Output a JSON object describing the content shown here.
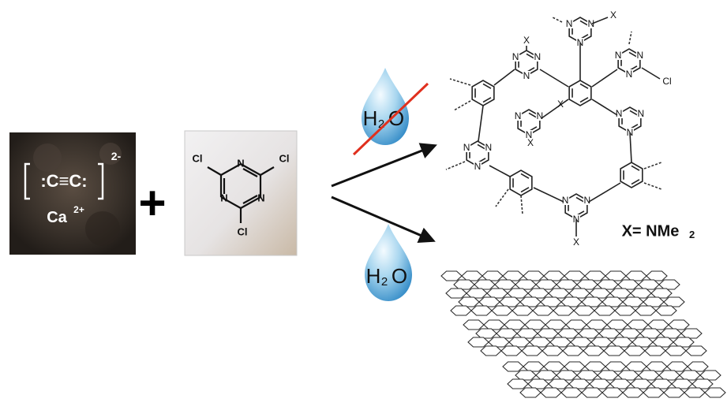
{
  "figure": {
    "carbide": {
      "anion_formula": ":C≡C:",
      "anion_charge": "2-",
      "cation_symbol": "Ca",
      "cation_charge": "2+"
    },
    "plus_sign": "+",
    "triazine": {
      "ring_atoms": [
        "N",
        "N",
        "N"
      ],
      "substituents": [
        "Cl",
        "Cl",
        "Cl"
      ]
    },
    "top_condition": {
      "label_main": "H",
      "label_sub": "2",
      "label_end": "O",
      "note": "crossed out"
    },
    "bottom_condition": {
      "label_main": "H",
      "label_sub": "2",
      "label_end": "O"
    },
    "framework": {
      "x_label": "X",
      "cl_label": "Cl",
      "n_label": "N",
      "definition_main": "X= NMe",
      "definition_sub": "2"
    },
    "colors": {
      "drop_light": "#d8eef8",
      "drop_dark": "#2b86c4",
      "strike": "#e0301e",
      "powder_dark": "#3a322b",
      "powder_light": "#e8e6e6"
    }
  }
}
